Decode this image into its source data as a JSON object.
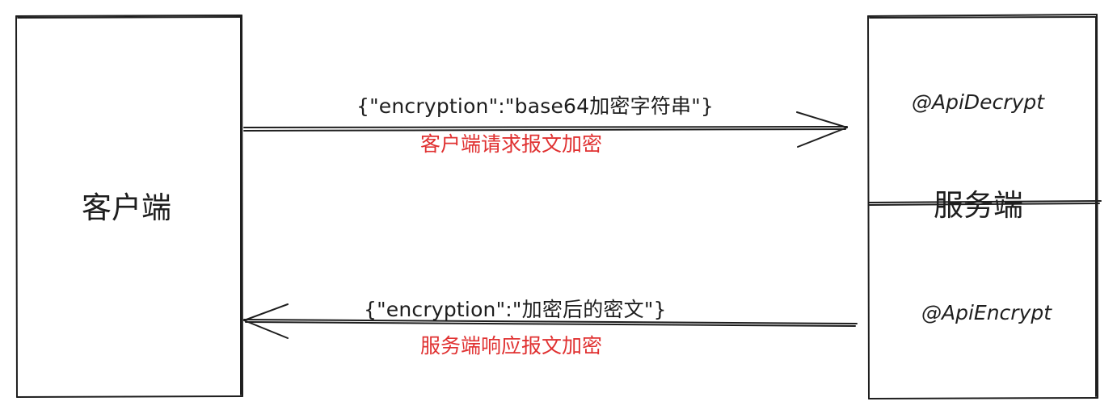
{
  "diagram": {
    "client": {
      "label": "客户端"
    },
    "server": {
      "label": "服务端",
      "decrypt_annotation": "@ApiDecrypt",
      "encrypt_annotation": "@ApiEncrypt"
    },
    "request": {
      "payload": "{\"encryption\":\"base64加密字符串\"}",
      "note": "客户端请求报文加密"
    },
    "response": {
      "payload": "{\"encryption\":\"加密后的密文\"}",
      "note": "服务端响应报文加密"
    },
    "colors": {
      "stroke": "#1e1e1e",
      "note": "#e03131",
      "background": "#ffffff"
    }
  }
}
